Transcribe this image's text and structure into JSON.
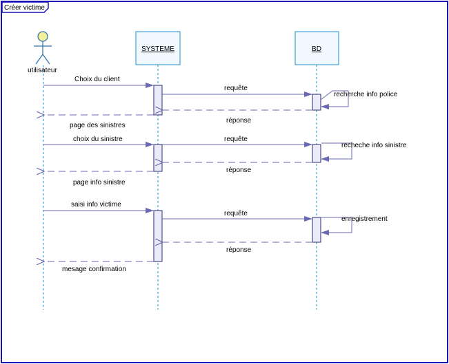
{
  "frame": {
    "title": "Créer victime"
  },
  "actors": {
    "user": {
      "label": "utilisateur",
      "icon": "stick-figure-icon"
    },
    "system": {
      "label": "SYSTEME"
    },
    "db": {
      "label": "BD"
    }
  },
  "messages": {
    "m1": "Choix du client",
    "m2": "requête",
    "m3": "recherche info police",
    "m4": "réponse",
    "m5": "page des sinistres",
    "m6": "choix du sinistre",
    "m7": "requête",
    "m8": "recheche info sinistre",
    "m9": "réponse",
    "m10": "page info sinistre",
    "m11": "saisi info victime",
    "m12": "requête",
    "m13": "enregistrement",
    "m14": "réponse",
    "m15": "mesage confirmation"
  },
  "colors": {
    "border": "#1a12b8",
    "lifeline": "#1f8fc4",
    "header_fill": "#f2f8ff",
    "activation_fill": "#ecebfa",
    "activation_stroke": "#2a2a6a",
    "arrow": "#6a6ab0",
    "actor_head": "#f4ef9a"
  }
}
